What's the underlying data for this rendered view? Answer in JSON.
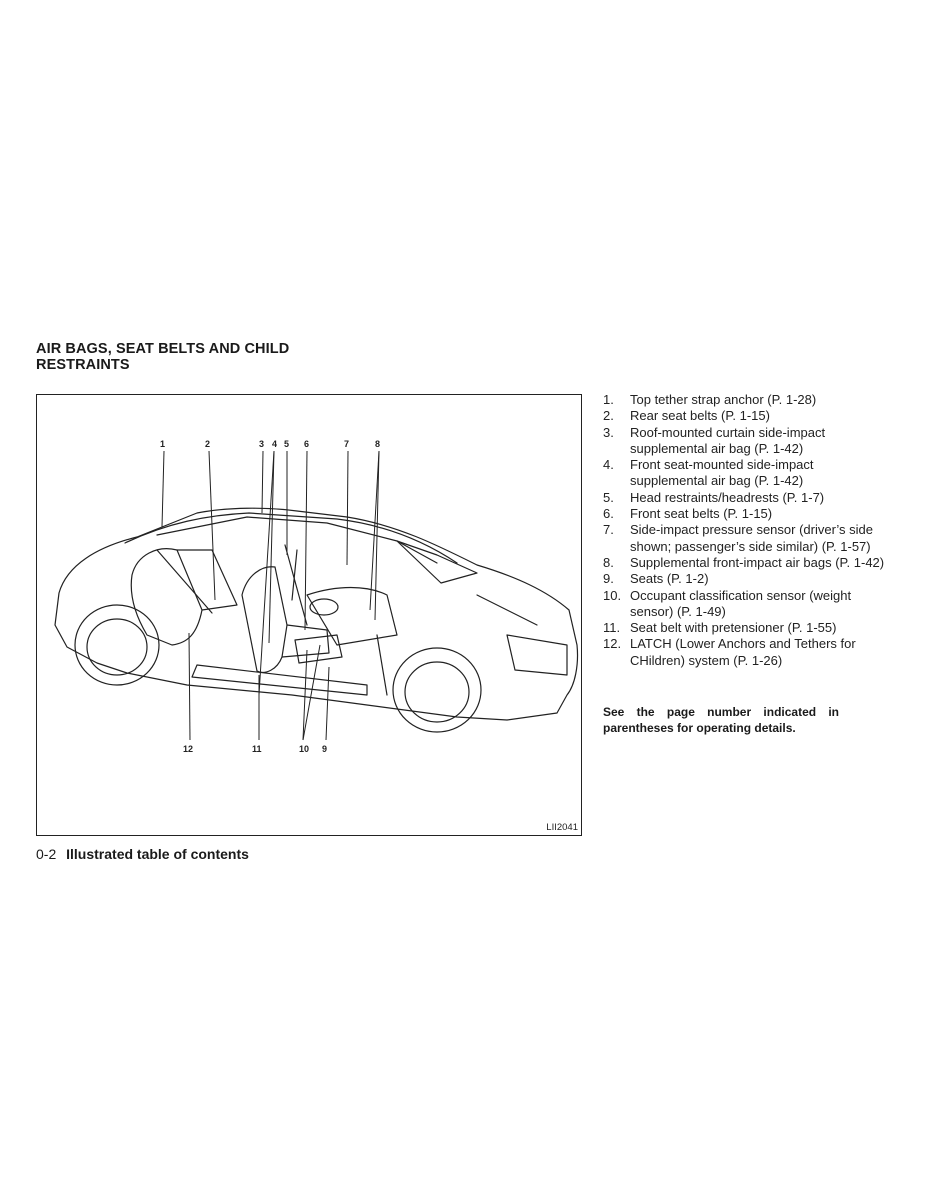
{
  "section_title": "AIR BAGS, SEAT BELTS AND CHILD RESTRAINTS",
  "figure": {
    "id": "LII2041",
    "callouts": [
      "1",
      "2",
      "3",
      "4",
      "5",
      "6",
      "7",
      "8",
      "12",
      "11",
      "10",
      "9"
    ]
  },
  "items": [
    {
      "num": "1.",
      "text": "Top tether strap anchor (P. 1-28)"
    },
    {
      "num": "2.",
      "text": "Rear seat belts (P. 1-15)"
    },
    {
      "num": "3.",
      "text": "Roof-mounted curtain side-impact supplemental air bag (P. 1-42)"
    },
    {
      "num": "4.",
      "text": "Front seat-mounted side-impact supplemental air bag (P. 1-42)"
    },
    {
      "num": "5.",
      "text": "Head restraints/headrests (P. 1-7)"
    },
    {
      "num": "6.",
      "text": "Front seat belts (P. 1-15)"
    },
    {
      "num": "7.",
      "text": "Side-impact pressure sensor (driver’s side shown; passenger’s side similar) (P. 1-57)"
    },
    {
      "num": "8.",
      "text": "Supplemental front-impact air bags (P. 1-42)"
    },
    {
      "num": "9.",
      "text": "Seats (P. 1-2)"
    },
    {
      "num": "10.",
      "text": "Occupant classification sensor (weight sensor) (P. 1-49)"
    },
    {
      "num": "11.",
      "text": "Seat belt with pretensioner (P. 1-55)"
    },
    {
      "num": "12.",
      "text": "LATCH (Lower Anchors and Tethers for CHildren) system (P. 1-26)"
    }
  ],
  "note": "See the page number indicated in parentheses for operating details.",
  "footer": {
    "page": "0-2",
    "section": "Illustrated table of contents"
  }
}
